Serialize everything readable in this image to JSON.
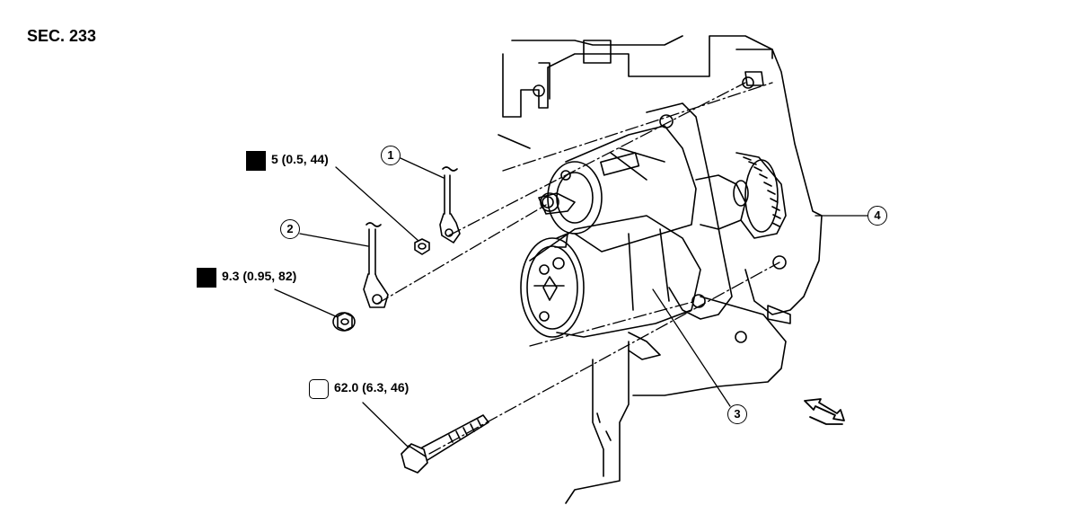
{
  "section_label": "SEC. 233",
  "torque_specs": [
    {
      "id": "nut-small",
      "text": "5 (0.5, 44)",
      "icon": "nut-torque-icon"
    },
    {
      "id": "nut-large",
      "text": "9.3 (0.95, 82)",
      "icon": "nut-torque-icon"
    },
    {
      "id": "bolt",
      "text": "62.0 (6.3, 46)",
      "icon": "bolt-torque-icon"
    }
  ],
  "callouts": [
    "1",
    "2",
    "3",
    "4"
  ],
  "colors": {
    "line": "#000000",
    "background": "#ffffff"
  }
}
